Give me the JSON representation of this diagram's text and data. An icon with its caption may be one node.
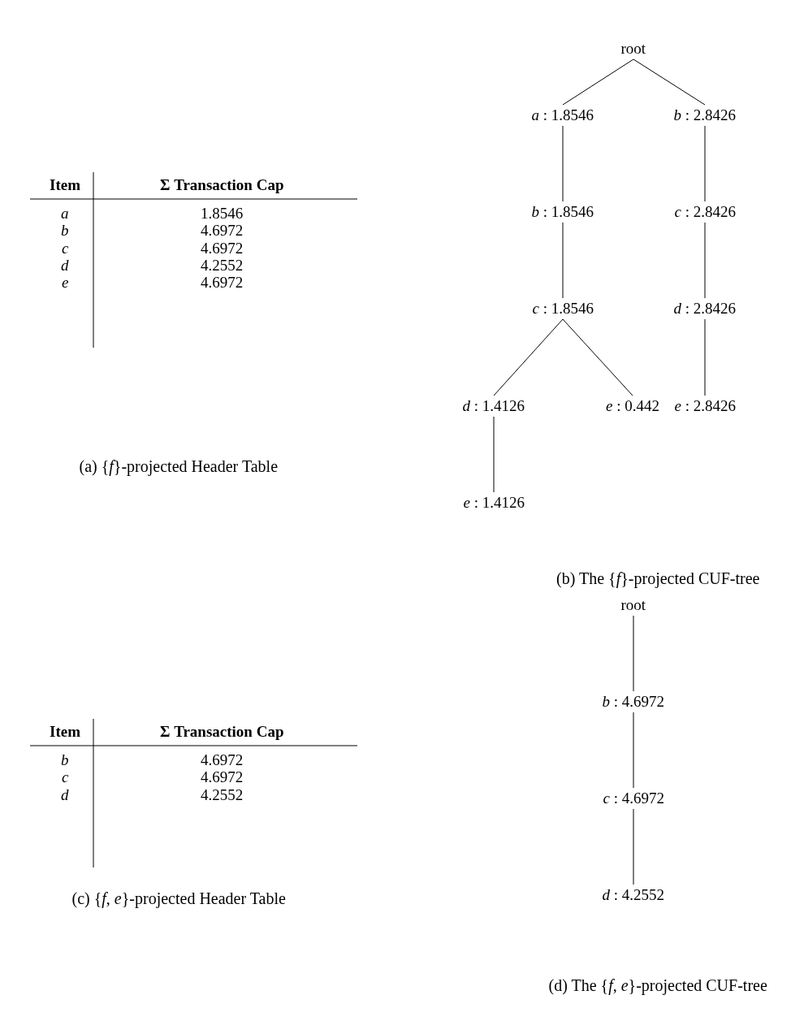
{
  "diagram": {
    "nodes": [
      {
        "text": [
          "root"
        ]
      },
      {
        "text": [
          "*a* : 1.8546"
        ]
      },
      {
        "text": [
          "*b* : 2.8426"
        ]
      },
      {
        "text": [
          "*b* : 1.8546"
        ]
      },
      {
        "text": [
          "*c* : 2.8426"
        ]
      },
      {
        "text": [
          "*c* : 1.8546"
        ]
      },
      {
        "text": [
          "*d* : 2.8426"
        ]
      },
      {
        "text": [
          "*d* : 1.4126"
        ]
      },
      {
        "text": [
          "*e* : 0.442"
        ]
      },
      {
        "text": [
          "*e* : 2.8426"
        ]
      },
      {
        "text": [
          "*e* : 1.4126"
        ]
      },
      {
        "text": [
          "root"
        ]
      },
      {
        "text": [
          "*b* : 4.6972"
        ]
      },
      {
        "text": [
          "*c* : 4.6972"
        ]
      },
      {
        "text": [
          "*d* : 4.2552"
        ]
      }
    ],
    "edges": [
      {
        "from": 0,
        "to": 1,
        "arrow": "none"
      },
      {
        "from": 0,
        "to": 2,
        "arrow": "none"
      },
      {
        "from": 1,
        "to": 3,
        "arrow": "none"
      },
      {
        "from": 3,
        "to": 5,
        "arrow": "none"
      },
      {
        "from": 5,
        "to": 7,
        "arrow": "none"
      },
      {
        "from": 5,
        "to": 8,
        "arrow": "none"
      },
      {
        "from": 7,
        "to": 10,
        "arrow": "none"
      },
      {
        "from": 2,
        "to": 4,
        "arrow": "none"
      },
      {
        "from": 4,
        "to": 6,
        "arrow": "none"
      },
      {
        "from": 6,
        "to": 9,
        "arrow": "none"
      },
      {
        "from": 11,
        "to": 12,
        "arrow": "none"
      },
      {
        "from": 12,
        "to": 13,
        "arrow": "none"
      },
      {
        "from": 13,
        "to": 14,
        "arrow": "none"
      }
    ],
    "labels": [
      "Item",
      "Σ Transaction Cap",
      "*a*",
      "1.8546",
      "*b*",
      "4.6972",
      "*c*",
      "4.6972",
      "*d*",
      "4.2552",
      "*e*",
      "4.6972",
      "(a) {*f*}-projected Header Table",
      "(b) The {*f*}-projected CUF-tree",
      "Item",
      "Σ Transaction Cap",
      "*b*",
      "4.6972",
      "*c*",
      "4.6972",
      "*d*",
      "4.2552",
      "(c) {*f*, *e*}-projected Header Table",
      "(d) The {*f*, *e*}-projected CUF-tree"
    ]
  }
}
